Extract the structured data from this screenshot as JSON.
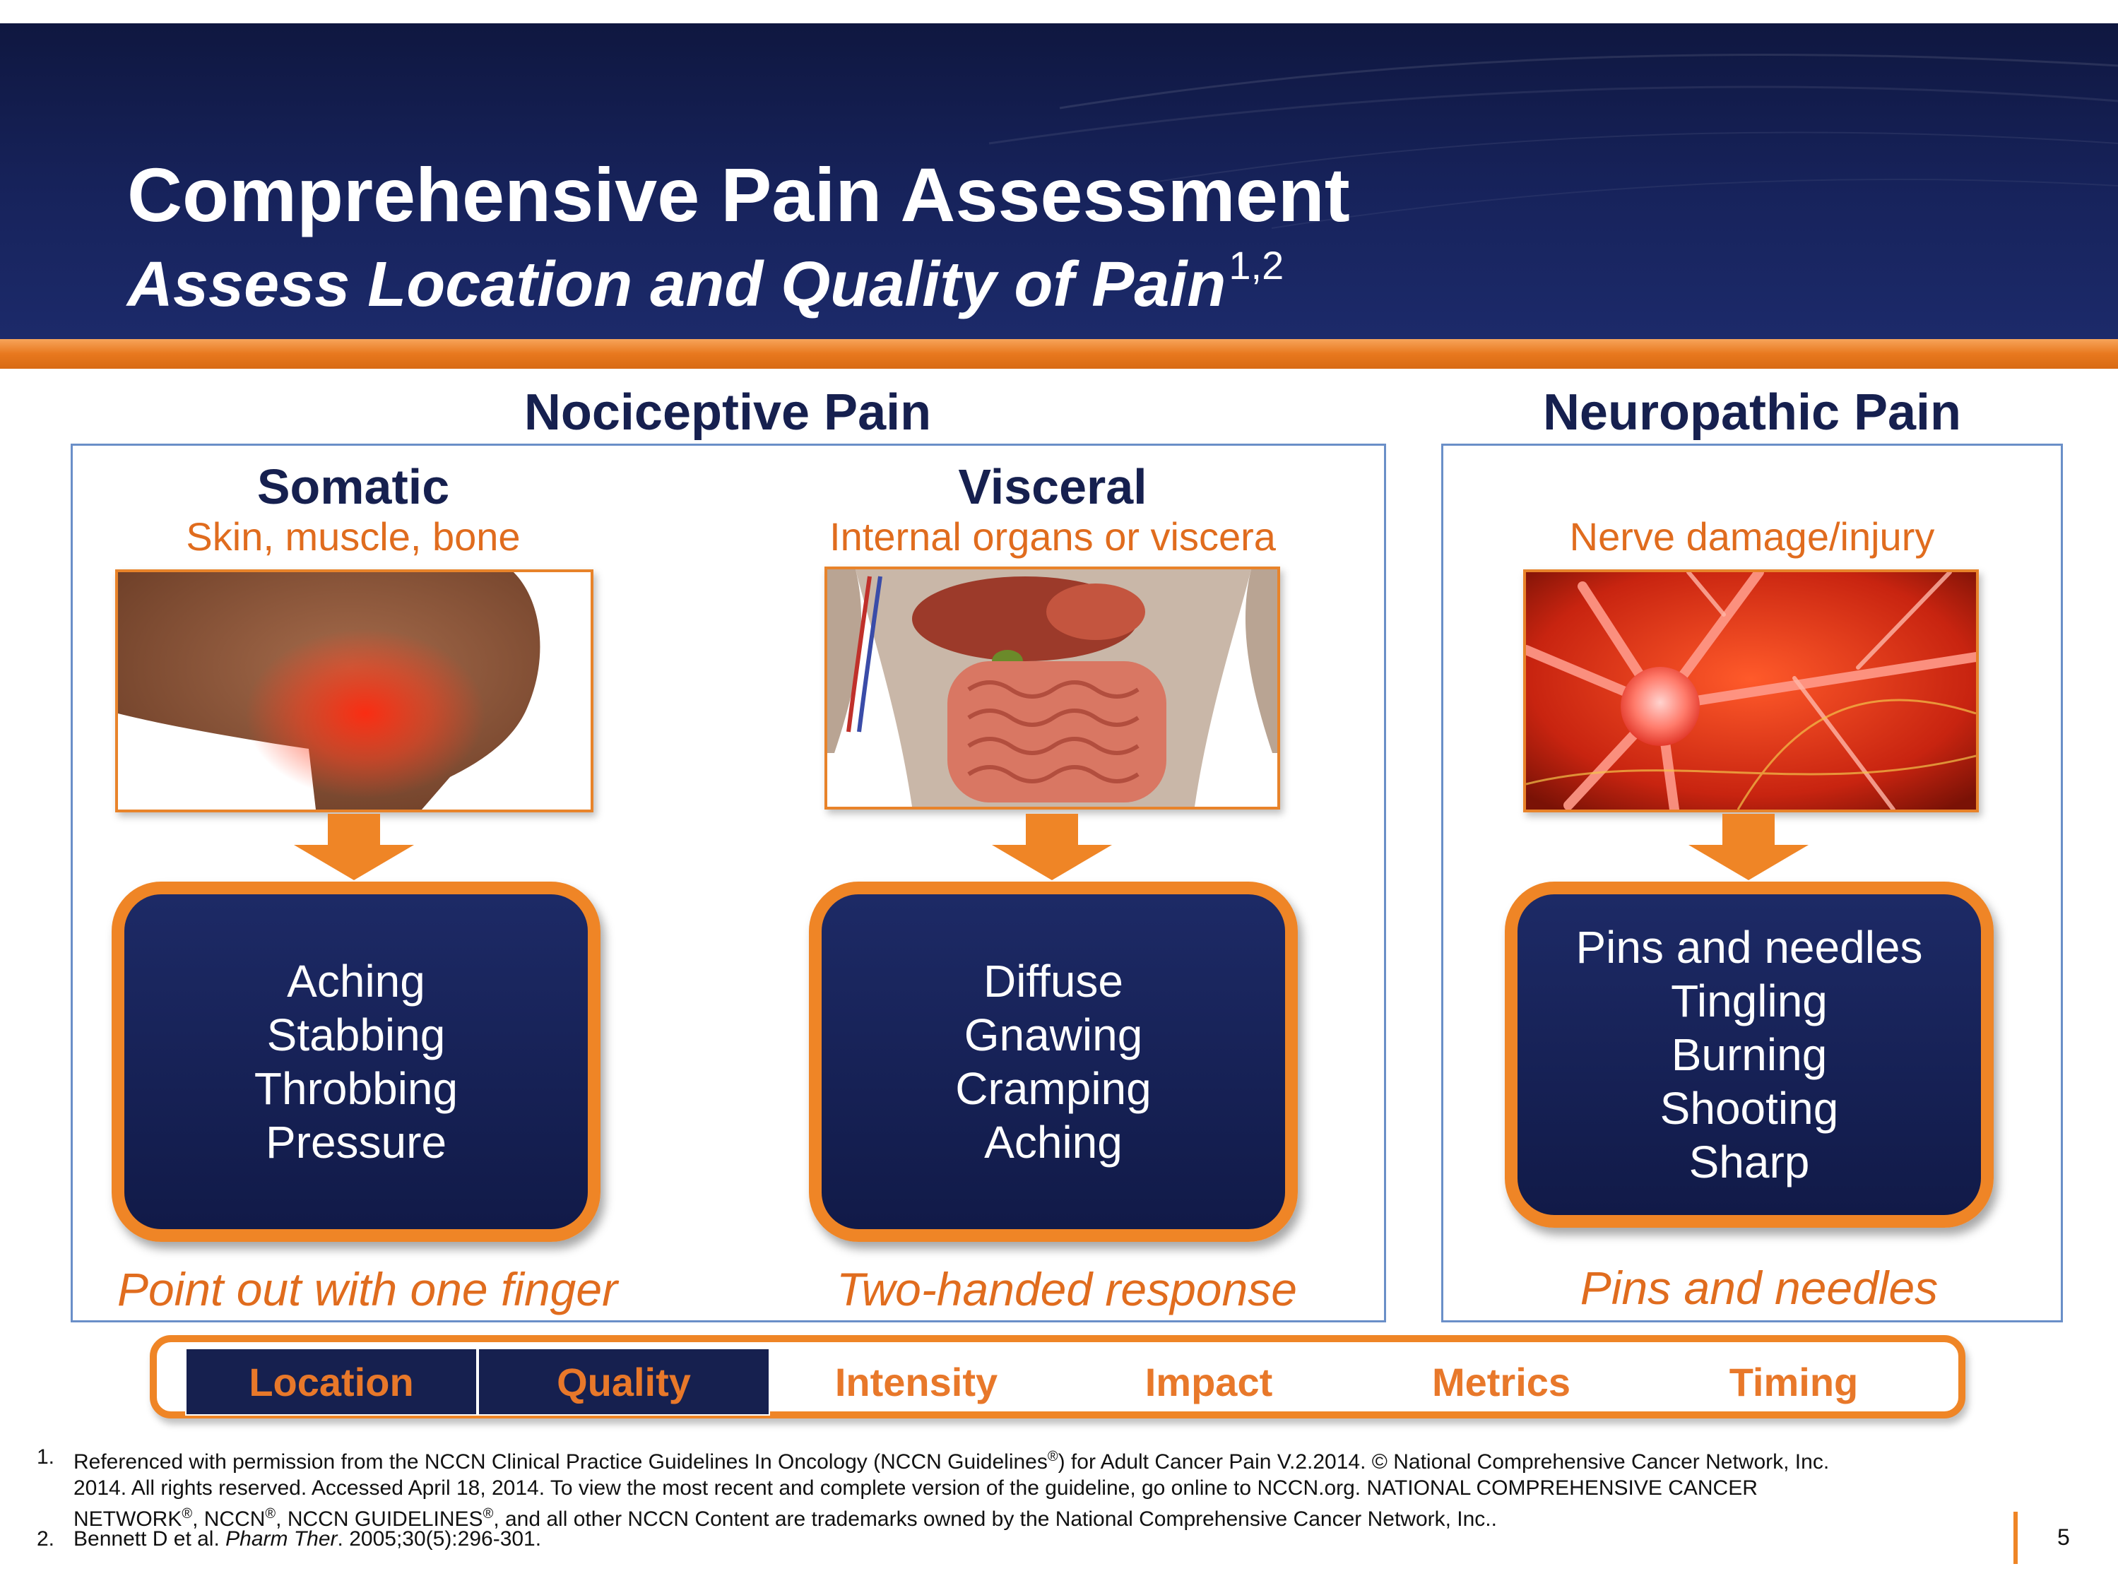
{
  "header": {
    "title": "Comprehensive Pain Assessment",
    "subtitle": "Assess Location and Quality of Pain",
    "subtitle_refs": "1,2"
  },
  "sections": {
    "nociceptive_heading": "Nociceptive Pain",
    "neuropathic_heading": "Neuropathic Pain"
  },
  "somatic": {
    "heading": "Somatic",
    "sub": "Skin, muscle, bone",
    "image_desc_icon": "knee-pain-image",
    "qualities": [
      "Aching",
      "Stabbing",
      "Throbbing",
      "Pressure"
    ],
    "hint": "Point out with one finger"
  },
  "visceral": {
    "heading": "Visceral",
    "sub": "Internal organs or viscera",
    "image_desc_icon": "abdominal-organs-image",
    "qualities": [
      "Diffuse",
      "Gnawing",
      "Cramping",
      "Aching"
    ],
    "hint": "Two-handed response"
  },
  "neuropathic": {
    "heading": "",
    "sub": "Nerve damage/injury",
    "image_desc_icon": "neuron-image",
    "qualities": [
      "Pins and needles",
      "Tingling",
      "Burning",
      "Shooting",
      "Sharp"
    ],
    "hint": "Pins and needles"
  },
  "nav": {
    "tabs": [
      {
        "label": "Location",
        "active": true
      },
      {
        "label": "Quality",
        "active": true
      },
      {
        "label": "Intensity",
        "active": false
      },
      {
        "label": "Impact",
        "active": false
      },
      {
        "label": "Metrics",
        "active": false
      },
      {
        "label": "Timing",
        "active": false
      }
    ]
  },
  "references": [
    {
      "num": "1.",
      "line1_a": "Referenced with permission from the NCCN Clinical Practice Guidelines In Oncology (NCCN Guidelines",
      "line1_reg": "®",
      "line1_b": ") for Adult Cancer Pain V.2.2014. © National Comprehensive Cancer Network, Inc.",
      "line2": "2014. All rights reserved. Accessed April 18, 2014. To view the most recent and complete version of the guideline, go online to NCCN.org. NATIONAL COMPREHENSIVE CANCER",
      "line3_a": "NETWORK",
      "line3_b": ", NCCN",
      "line3_c": ", NCCN GUIDELINES",
      "line3_d": ", and all other NCCN Content are trademarks owned by the National Comprehensive Cancer Network, Inc.."
    },
    {
      "num": "2.",
      "text_a": "Bennett D et al. ",
      "text_italic": "Pharm Ther",
      "text_b": ". 2005;30(5):296-301."
    }
  ],
  "page_number": "5",
  "colors": {
    "navy": "#16204f",
    "orange": "#ef8526",
    "panel_border": "#6a8fc8"
  }
}
